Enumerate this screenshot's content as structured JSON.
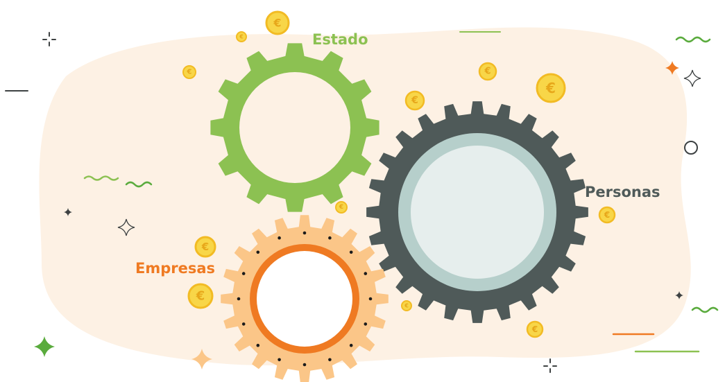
{
  "labels": {
    "estado": "Estado",
    "personas": "Personas",
    "empresas": "Empresas"
  },
  "coin_symbol": "€",
  "colors": {
    "background_blob": "#fdf1e4",
    "estado_gear": "#8cc152",
    "estado_text": "#8cc152",
    "personas_gear": "#4f5a59",
    "personas_ring": "#b6cfcb",
    "personas_inner": "#e6eeed",
    "personas_text": "#4f5a59",
    "empresas_gear": "#fbc688",
    "empresas_ring": "#ef7a22",
    "empresas_text": "#ef7a22",
    "coin_face": "#f8d648",
    "coin_rim": "#f2bb24",
    "coin_symbol": "#e7a71a",
    "accent_green": "#5aab3d",
    "accent_orange": "#ef7a22",
    "accent_dark": "#3d4142"
  },
  "icons": [
    "euro-coin-icon",
    "sparkle-icon",
    "wave-icon",
    "crosshair-icon",
    "ring-icon",
    "dash-icon"
  ]
}
